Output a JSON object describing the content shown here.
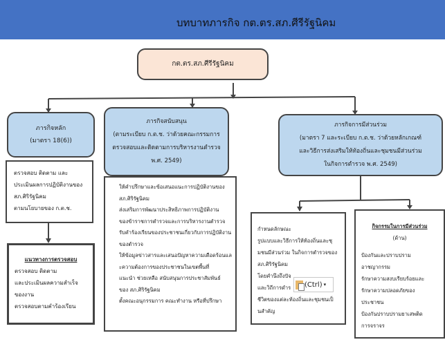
{
  "header": {
    "title": "บทบาทภารกิจ กต.ตร.สภ.ศีรีรัฐนิคม"
  },
  "top_box": {
    "label": "กต.ตร.สภ.ศีรีรัฐนิคม"
  },
  "main_mission": {
    "title": "ภารกิจหลัก",
    "subtitle": "(มาตรา 18(6))",
    "details": [
      "ตรวจสอบ ติดตาม และ",
      "ประเมินผลการปฏิบัติงานของ",
      "สภ.ศิริรัฐนิคม",
      "ตามนโยบายของ ก.ต.ช."
    ],
    "guidance": {
      "title": "แนวทางการตรวจสอบ",
      "lines": [
        "ตรวจสอบ ติดตาม",
        "และประเมินผลความสำเร็จ",
        "ของงาน",
        "ตรวจสอบตามคำร้องเรียน"
      ]
    }
  },
  "support_mission": {
    "title": "ภารกิจสนับสนุน",
    "subtitle_lines": [
      "(ตามระเบียบ ก.ต.ช. ว่าด้วยคณะกรรมการ",
      "ตรวจสอบและติดตามการบริหารงานตำรวจ",
      "พ.ศ. 2549)"
    ],
    "details": [
      "ให้คำปรึกษาและข้อเสนอแนะการปฏิบัติงานของ",
      "สภ.ศิริรัฐนิคม",
      "ส่งเสริมการพัฒนาประสิทธิภาพการปฏิบัติงาน",
      "ของข้าราชการตำรวจและการบริหารงานตำรวจ",
      "รับคำร้องเรียนของประชาชนเกี่ยวกับการปฏิบัติงาน",
      "ของตำรวจ",
      "ให้ข้อมูลข่าวสารและเสนอปัญหาความเดือดร้อนแล",
      "ะความต้องการของประชาชนในเขตพื้นที่",
      "แนะนำ ช่วยเหลือ สนับสนุนการประชาสัมพันธ์",
      "ของ สภ.ศิริรัฐนิคม",
      "ตั้งคณะอนุกรรมการ คณะทำงาน หรือที่ปรึกษา"
    ]
  },
  "participation_mission": {
    "title": "ภารกิจการมีส่วนร่วม",
    "subtitle_lines": [
      "(มาตรา 7 และระเบียบ ก.ต.ช. ว่าด้วยหลักเกณฑ์",
      "และวิธีการส่งเสริมให้ท้องถิ่นและชุมชนมีส่วนร่วม",
      "ในกิจการตำรวจ พ.ศ. 2549)"
    ],
    "rules": [
      "กำหนดลักษณะ",
      "รูปแบบและวิธีการให้ท้องถิ่นและชุ",
      "มชนมีส่วนร่วม ในกิจการตำรวจของ",
      "สภ.ศิริรัฐนิคม",
      "โดยคำนึงถึงปัจ",
      "และวิถีการดำร",
      "ชีวิตของแต่ละท้องถิ่นและชุมชนเป็",
      "นสำคัญ"
    ],
    "activities": {
      "title": "กิจกรรมในการมีส่วนร่วม",
      "subtitle": "(ด้าน)",
      "lines": [
        "ป้องกันและปราบปราม",
        "อาชญากรรม",
        "รักษาความสงบเรียบร้อยและ",
        "รักษาความปลอดภัยของ",
        "ประชาชน",
        "ป้องกันปราบปรามยาเสพติด",
        "การจราจร"
      ]
    }
  },
  "paste_popup": {
    "label": "(Ctrl)",
    "icon": "clipboard-icon"
  }
}
